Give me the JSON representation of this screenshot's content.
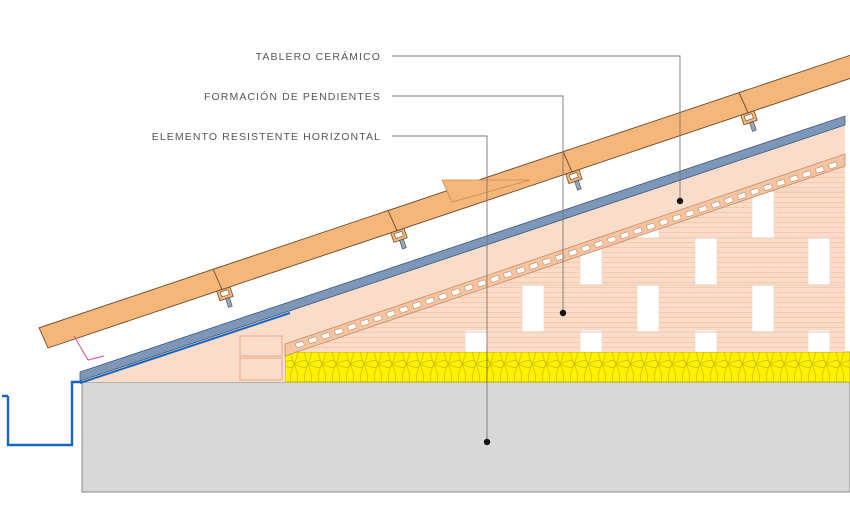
{
  "labels": {
    "tablero": "TABLERO CERÁMICO",
    "formacion": "FORMACIÓN DE PENDIENTES",
    "elemento": "ELEMENTO RESISTENTE HORIZONTAL"
  },
  "colors": {
    "tile": "#f5b67a",
    "tile_stroke": "#6b4a2a",
    "formation": "#fbdcc8",
    "slab": "#d8d8d8",
    "slab_stroke": "#8a8a8a",
    "insulation": "#fff200",
    "membrane": "#5f7fa8",
    "gutter": "#1565c0",
    "leader": "#777777"
  }
}
